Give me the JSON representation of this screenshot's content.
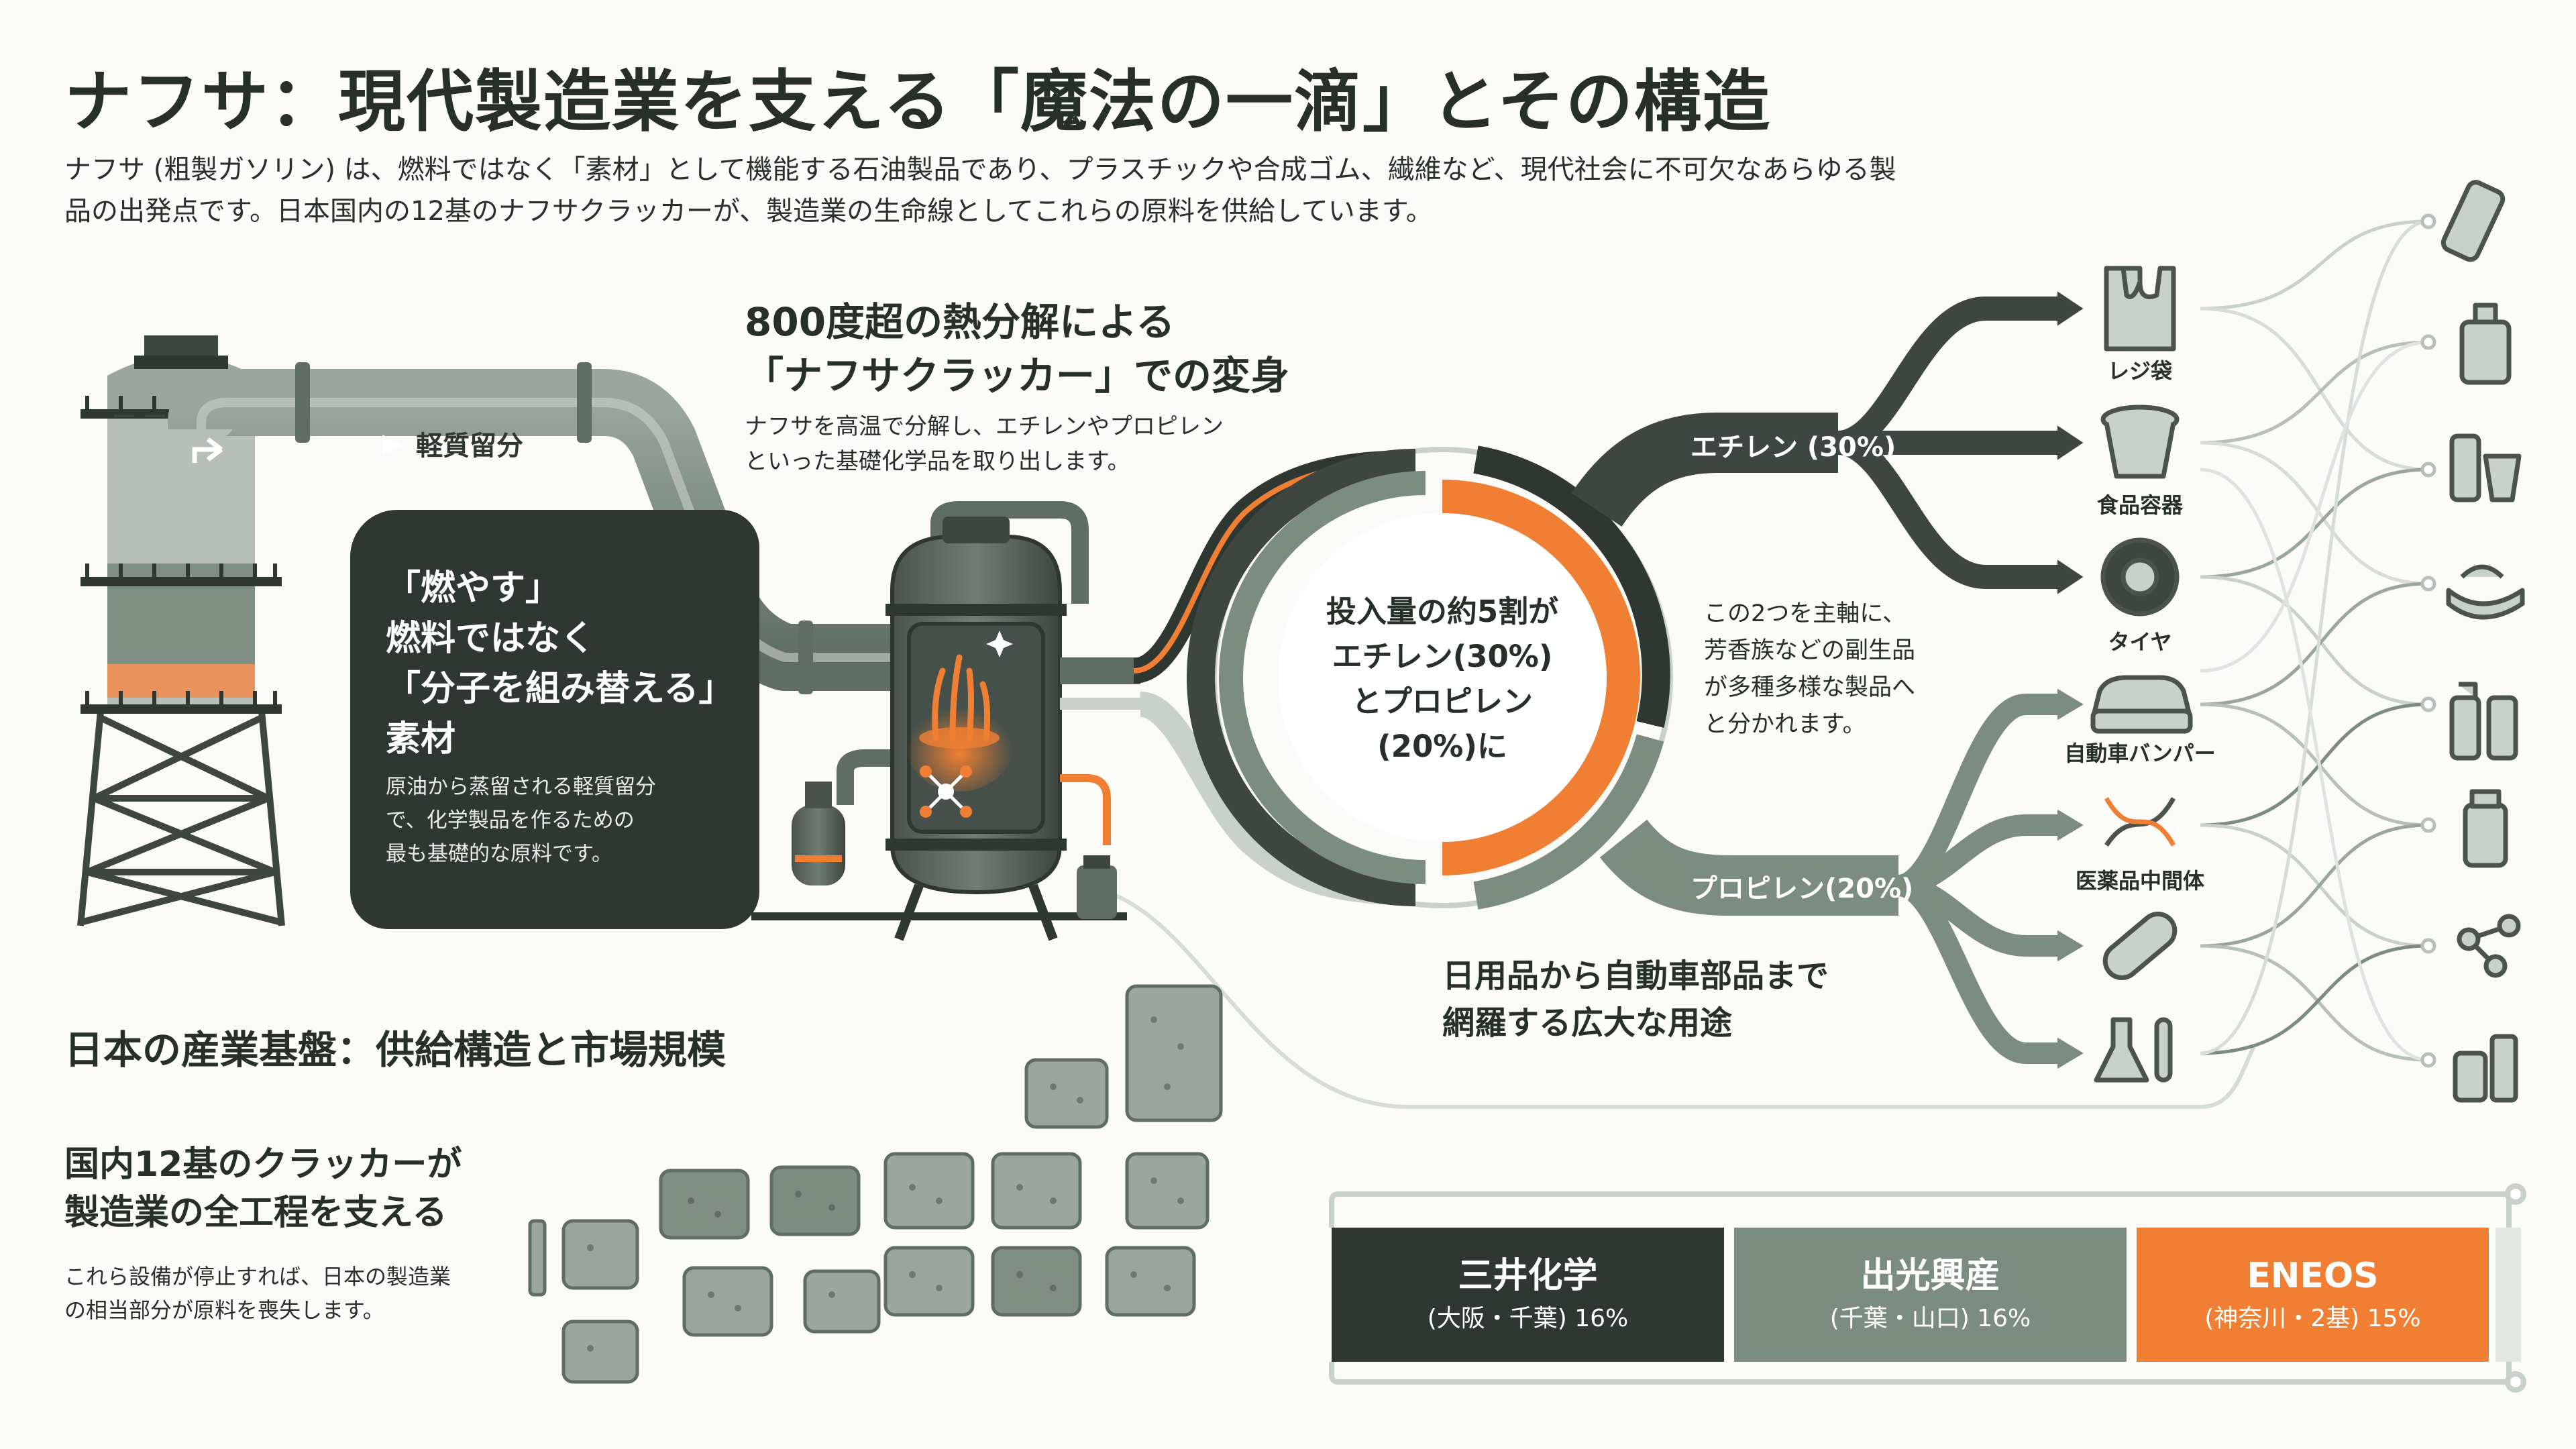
{
  "header": {
    "title": "ナフサ：現代製造業を支える「魔法の一滴」とその構造",
    "intro": "ナフサ (粗製ガソリン) は、燃料ではなく「素材」として機能する石油製品であり、プラスチックや合成ゴム、繊維など、現代社会に不可欠なあらゆる製品の出発点です。日本国内の12基のナフサクラッカーが、製造業の生命線としてこれらの原料を供給しています。"
  },
  "tower": {
    "pipe_label": "軽質留分"
  },
  "cracker": {
    "title_line1": "800度超の熱分解による",
    "title_line2": "「ナフサクラッカー」での変身",
    "desc_line1": "ナフサを高温で分解し、エチレンやプロピレン",
    "desc_line2": "といった基礎化学品を取り出します。"
  },
  "panel": {
    "headline_line1": "「燃やす」",
    "headline_line2": "燃料ではなく",
    "headline_line3": "「分子を組み替える」",
    "headline_line4": "素材",
    "text_line1": "原油から蒸留される軽質留分",
    "text_line2": "で、化学製品を作るための",
    "text_line3": "最も基礎的な原料です。"
  },
  "ring": {
    "line1": "投入量の約5割が",
    "line2": "エチレン(30%)",
    "line3": "とプロピレン",
    "line4": "(20%)に",
    "ethylene_share": 0.3,
    "propylene_share": 0.2
  },
  "branches": {
    "ethylene_label": "エチレン (30%)",
    "propylene_label": "プロピレン(20%)"
  },
  "notes": {
    "branch_line1": "この2つを主軸に、",
    "branch_line2": "芳香族などの副生品",
    "branch_line3": "が多種多様な製品へ",
    "branch_line4": "と分かれます。",
    "uses_line1": "日用品から自動車部品まで",
    "uses_line2": "網羅する広大な用途"
  },
  "products": [
    "レジ袋",
    "食品容器",
    "タイヤ",
    "自動車バンパー",
    "医薬品中間体"
  ],
  "industry": {
    "heading": "日本の産業基盤：供給構造と市場規模",
    "count_line1": "国内12基のクラッカーが",
    "count_line2": "製造業の全工程を支える",
    "warning_line1": "これら設備が停止すれば、日本の製造業",
    "warning_line2": "の相当部分が原料を喪失します。"
  },
  "market_share": [
    {
      "name": "三井化学",
      "detail": "(大阪・千葉) 16%",
      "share": 16,
      "color": "#2f3732"
    },
    {
      "name": "出光興産",
      "detail": "(千葉・山口) 16%",
      "share": 16,
      "color": "#7b8c80"
    },
    {
      "name": "ENEOS",
      "detail": "(神奈川・2基) 15%",
      "share": 15,
      "color": "#f07f33"
    }
  ],
  "colors": {
    "dark": "#2f3732",
    "mid": "#7b8c80",
    "light": "#c9d1cb",
    "accent": "#f07f33"
  },
  "icons": {
    "products_left": [
      "plastic-bag-icon",
      "food-container-icon",
      "tire-icon",
      "car-bumper-icon",
      "dna-icon",
      "capsule-icon",
      "lab-flask-icon"
    ],
    "products_right": [
      "bottle-icon",
      "detergent-bottle-icon",
      "bottle-cup-icon",
      "hand-cream-icon",
      "spray-bottle-icon",
      "medicine-bottle-icon",
      "molecule-icon",
      "cosmetics-icon"
    ]
  }
}
